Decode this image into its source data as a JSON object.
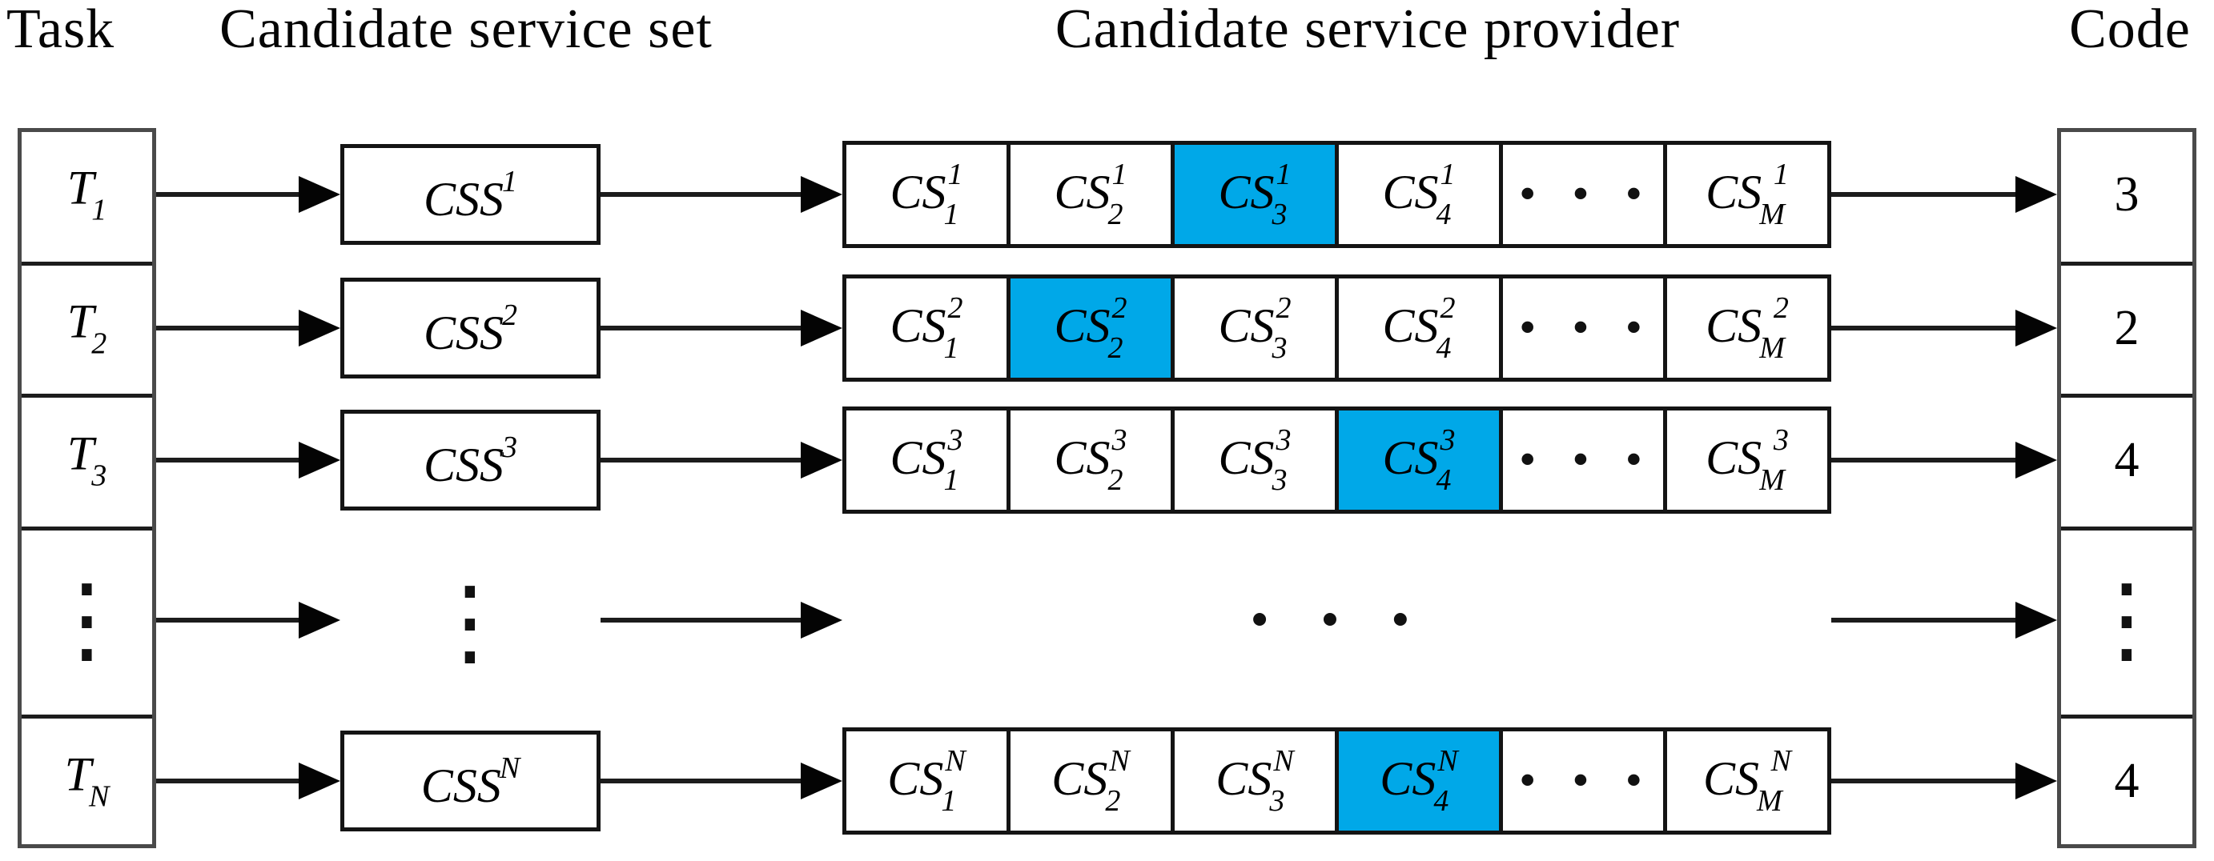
{
  "title": "Task / candidate service encoding diagram",
  "colors": {
    "highlight": "#00a8e8",
    "line": "#1c1c1c"
  },
  "headers": {
    "task": "Task",
    "candidate_service_set": "Candidate service set",
    "candidate_service_provider": "Candidate service provider",
    "code": "Code"
  },
  "rows": [
    {
      "task": {
        "base": "T",
        "sub": "1"
      },
      "set": {
        "base": "CSS",
        "sup": "1"
      },
      "providers": [
        {
          "base": "CS",
          "sub": "1",
          "sup": "1",
          "selected": false
        },
        {
          "base": "CS",
          "sub": "2",
          "sup": "1",
          "selected": false
        },
        {
          "base": "CS",
          "sub": "3",
          "sup": "1",
          "selected": true
        },
        {
          "base": "CS",
          "sub": "4",
          "sup": "1",
          "selected": false
        },
        {
          "label": "· · ·"
        },
        {
          "base": "CS",
          "sub": "M",
          "sup": "1",
          "selected": false
        }
      ],
      "code": "3"
    },
    {
      "task": {
        "base": "T",
        "sub": "2"
      },
      "set": {
        "base": "CSS",
        "sup": "2"
      },
      "providers": [
        {
          "base": "CS",
          "sub": "1",
          "sup": "2",
          "selected": false
        },
        {
          "base": "CS",
          "sub": "2",
          "sup": "2",
          "selected": true
        },
        {
          "base": "CS",
          "sub": "3",
          "sup": "2",
          "selected": false
        },
        {
          "base": "CS",
          "sub": "4",
          "sup": "2",
          "selected": false
        },
        {
          "label": "· · ·"
        },
        {
          "base": "CS",
          "sub": "M",
          "sup": "2",
          "selected": false
        }
      ],
      "code": "2"
    },
    {
      "task": {
        "base": "T",
        "sub": "3"
      },
      "set": {
        "base": "CSS",
        "sup": "3"
      },
      "providers": [
        {
          "base": "CS",
          "sub": "1",
          "sup": "3",
          "selected": false
        },
        {
          "base": "CS",
          "sub": "2",
          "sup": "3",
          "selected": false
        },
        {
          "base": "CS",
          "sub": "3",
          "sup": "3",
          "selected": false
        },
        {
          "base": "CS",
          "sub": "4",
          "sup": "3",
          "selected": true
        },
        {
          "label": "· · ·"
        },
        {
          "base": "CS",
          "sub": "M",
          "sup": "3",
          "selected": false
        }
      ],
      "code": "4"
    },
    {
      "type": "ellipsis",
      "task": "⋮",
      "set": "⋮",
      "providers": "· · ·",
      "code": "⋮"
    },
    {
      "task": {
        "base": "T",
        "sub": "N"
      },
      "set": {
        "base": "CSS",
        "sup": "N"
      },
      "providers": [
        {
          "base": "CS",
          "sub": "1",
          "sup": "N",
          "selected": false
        },
        {
          "base": "CS",
          "sub": "2",
          "sup": "N",
          "selected": false
        },
        {
          "base": "CS",
          "sub": "3",
          "sup": "N",
          "selected": false
        },
        {
          "base": "CS",
          "sub": "4",
          "sup": "N",
          "selected": true
        },
        {
          "label": "· · ·"
        },
        {
          "base": "CS",
          "sub": "M",
          "sup": "N",
          "selected": false
        }
      ],
      "code": "4"
    }
  ]
}
